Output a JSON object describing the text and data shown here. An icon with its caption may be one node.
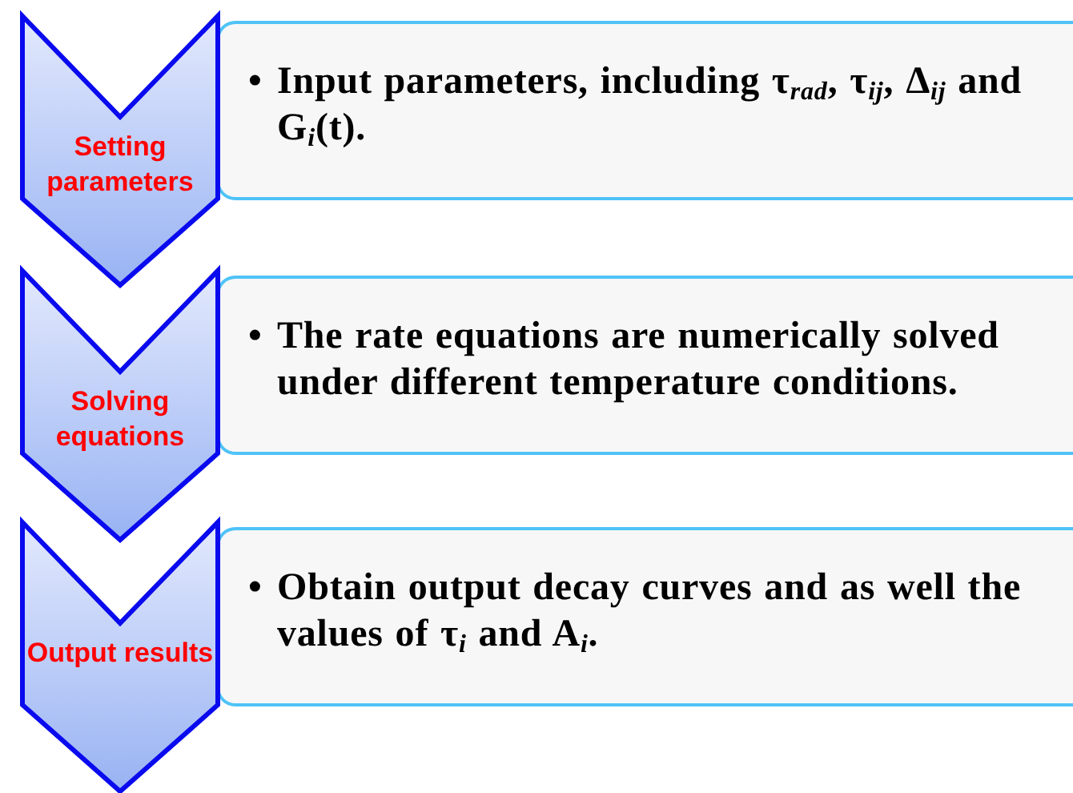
{
  "diagram": {
    "nodes": [
      {
        "text": [
          "Setting parameters"
        ]
      },
      {
        "text": [
          "•",
          "Input parameters, including τ$_{rad}$, τ$_{ij}$, Δ$_{ij}$ and G$_{i}$(t)."
        ]
      },
      {
        "text": [
          "Solving equations"
        ]
      },
      {
        "text": [
          "•",
          "The rate equations are numerically solved under different temperature conditions."
        ]
      },
      {
        "text": [
          "Output results"
        ]
      },
      {
        "text": [
          "•",
          "Obtain output decay curves and as well the values of τ$_{i}$ and A$_{i}$."
        ]
      }
    ]
  }
}
